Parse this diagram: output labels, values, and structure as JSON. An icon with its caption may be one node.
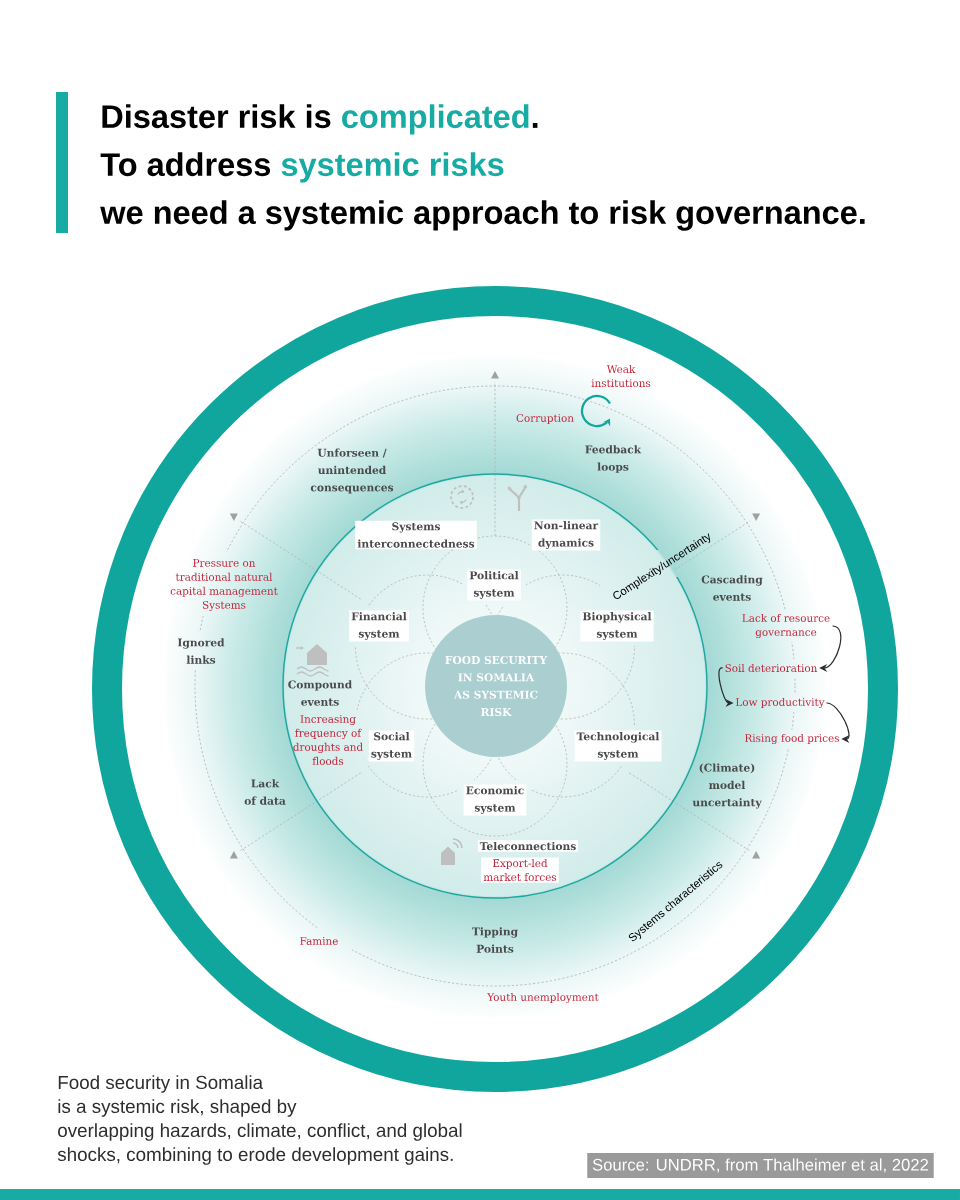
{
  "diagram": {
    "title": "Disaster risk is complicated. To address systemic risks we need a systemic approach to risk governance.",
    "caption": "Food security in Somalia is a systemic risk, shaped by overlapping hazards, climate, conflict, and global shocks, combining to erode development gains.",
    "nodes": [
      {
        "text": [
          "Weak institutions",
          "Corruption",
          "Unforseen / unintended consequences",
          "Feedback loops",
          "Pressure on traditional natural capital management Systems",
          "Cascading events",
          "Ignored links",
          "Lack of data",
          "(Climate) model uncertainty",
          "Famine",
          "Tipping Points",
          "Youth unemployment"
        ]
      },
      {
        "text": [
          "Systems interconnectedness",
          "Non-linear dynamics",
          "Compound events",
          "Increasing frequency of droughts and floods",
          "Teleconnections",
          "Export-led market forces"
        ],
        "in": 0
      },
      {
        "text": [
          "Political system"
        ],
        "in": 1
      },
      {
        "text": [
          "Financial system"
        ],
        "in": 1
      },
      {
        "text": [
          "Biophysical system"
        ],
        "in": 1
      },
      {
        "text": [
          "FOOD SECURITY IN SOMALIA AS SYSTEMIC RISK"
        ],
        "in": 1
      },
      {
        "text": [
          "Social system"
        ],
        "in": 1
      },
      {
        "text": [
          "Technological system"
        ],
        "in": 1
      },
      {
        "text": [
          "Economic system"
        ],
        "in": 1
      },
      {
        "text": [
          "Lack of resource governance"
        ],
        "in": 0
      },
      {
        "text": [
          "Soil deterioration"
        ],
        "in": 0
      },
      {
        "text": [
          "Low productivity"
        ],
        "in": 0
      },
      {
        "text": [
          "Rising food prices"
        ],
        "in": 0
      }
    ],
    "edges": [
      {
        "from": 9,
        "to": 10,
        "arrow": "to"
      },
      {
        "from": 10,
        "to": 11,
        "arrow": "to"
      },
      {
        "from": 11,
        "to": 12,
        "arrow": "to"
      }
    ],
    "labels": [
      "Complexity/uncertainty",
      "Systems characteristics",
      "Source: UNDRR, from Thalheimer et al, 2022"
    ]
  }
}
